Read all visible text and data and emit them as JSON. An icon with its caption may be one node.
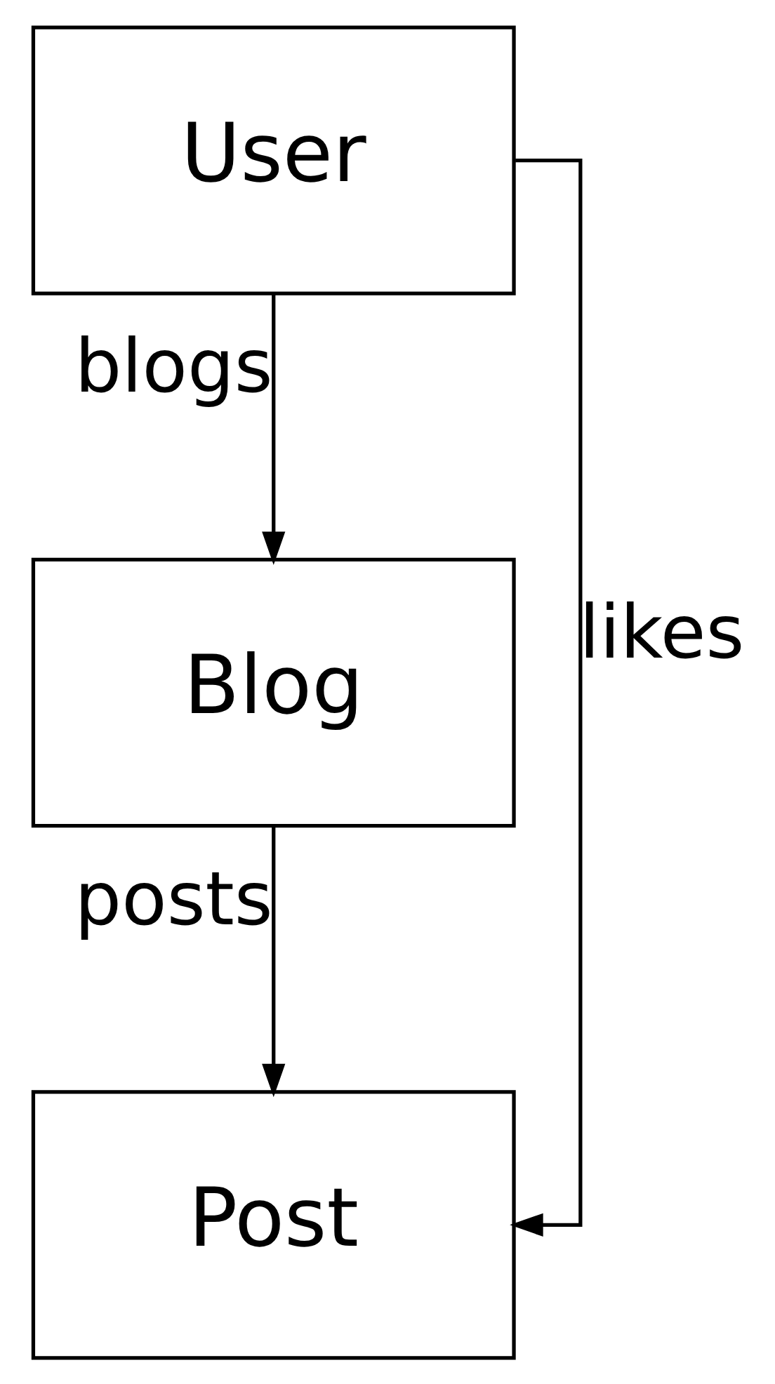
{
  "diagram": {
    "nodes": [
      {
        "text": [
          "User"
        ]
      },
      {
        "text": [
          "Blog"
        ]
      },
      {
        "text": [
          "Post"
        ]
      }
    ],
    "edges": [
      {
        "from": 0,
        "to": 1,
        "arrow": "to",
        "label": "blogs"
      },
      {
        "from": 1,
        "to": 2,
        "arrow": "to",
        "label": "posts"
      },
      {
        "from": 0,
        "to": 2,
        "arrow": "to",
        "label": "likes"
      }
    ]
  }
}
